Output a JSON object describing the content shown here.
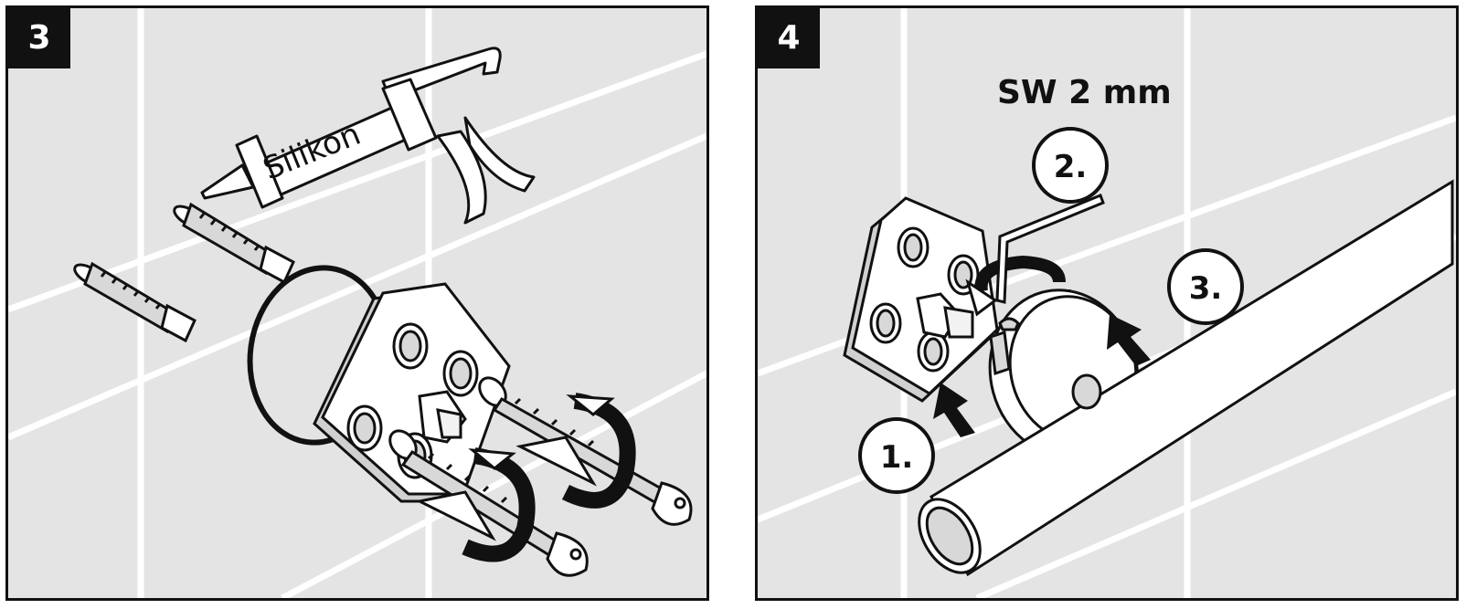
{
  "panels": [
    {
      "step": "3",
      "labels": {
        "cartridge_text": "Silikon"
      }
    },
    {
      "step": "4",
      "labels": {
        "tool_size": "SW 2 mm",
        "callouts": [
          "1.",
          "2.",
          "3."
        ]
      }
    }
  ],
  "colors": {
    "tile_bg": "#e4e4e4",
    "grout": "#ffffff",
    "ink": "#111111",
    "part_fill": "#ffffff"
  }
}
